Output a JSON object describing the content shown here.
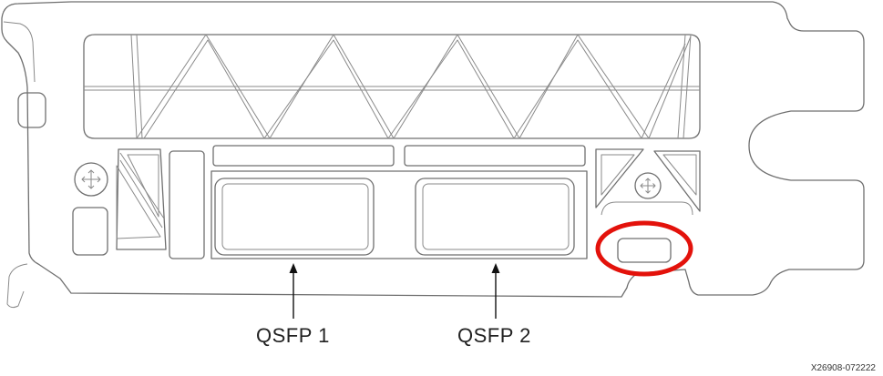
{
  "labels": {
    "qsfp1": "QSFP 1",
    "qsfp2": "QSFP 2"
  },
  "figure_id": "X26908-072222",
  "highlight": {
    "shape": "ellipse",
    "color": "#e3120b",
    "target": "status-led-port"
  },
  "icons": {
    "left_screw": "screw-head-icon",
    "right_screw": "screw-head-icon"
  }
}
